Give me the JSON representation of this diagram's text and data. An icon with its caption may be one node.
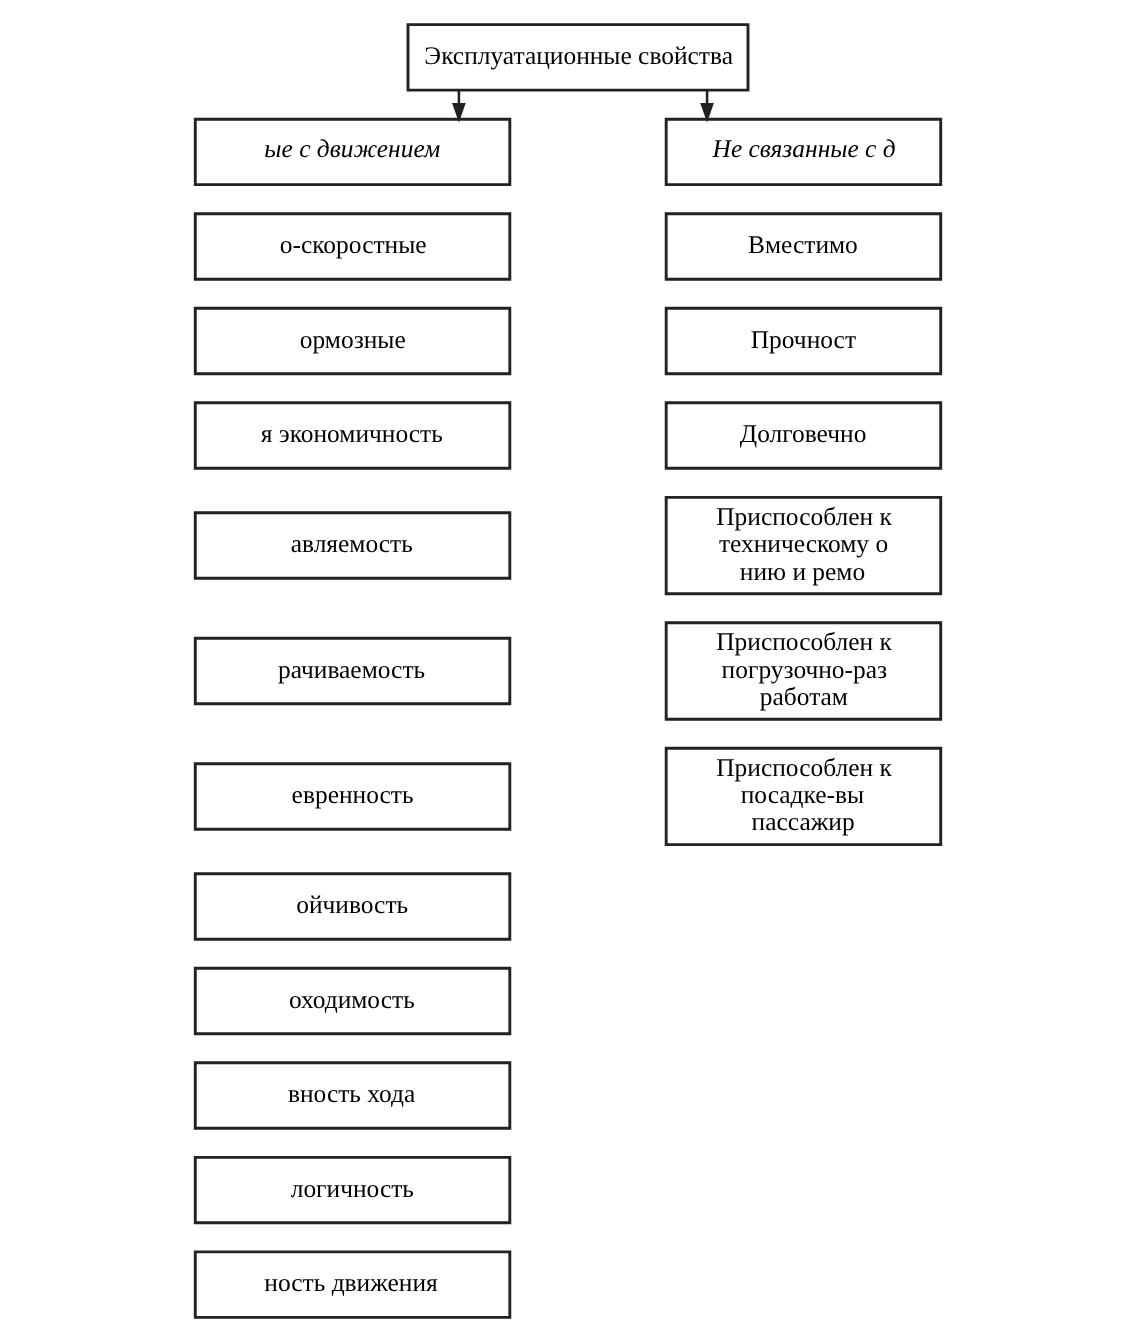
{
  "diagram": {
    "nodes": [
      {
        "text": [
          "Эксплуатационные свойства"
        ]
      },
      {
        "text": [
          "ые с движением"
        ]
      },
      {
        "text": [
          "о-скоростные"
        ]
      },
      {
        "text": [
          "ормозные"
        ]
      },
      {
        "text": [
          "я экономичность"
        ]
      },
      {
        "text": [
          "авляемость"
        ]
      },
      {
        "text": [
          "рачиваемость"
        ]
      },
      {
        "text": [
          "евренность"
        ]
      },
      {
        "text": [
          "ойчивость"
        ]
      },
      {
        "text": [
          "оходимость"
        ]
      },
      {
        "text": [
          "вность хода"
        ]
      },
      {
        "text": [
          "логичность"
        ]
      },
      {
        "text": [
          "ность движения"
        ]
      },
      {
        "text": [
          "Не связанные с д"
        ]
      },
      {
        "text": [
          "Вместимо"
        ]
      },
      {
        "text": [
          "Прочност"
        ]
      },
      {
        "text": [
          "Долговечно"
        ]
      },
      {
        "text": [
          "Приспособлен к техническому о нию и ремо"
        ]
      },
      {
        "text": [
          "Приспособлен к погрузочно-раз работам"
        ]
      },
      {
        "text": [
          "Приспособлен к посадке-вы пассажир"
        ]
      }
    ],
    "edges": [
      {
        "from": 0,
        "to": 1,
        "arrow": "to"
      },
      {
        "from": 0,
        "to": 13,
        "arrow": "to"
      }
    ]
  }
}
